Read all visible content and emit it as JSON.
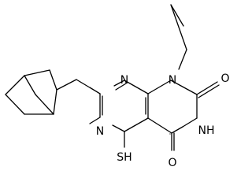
{
  "molecule": {
    "atoms": {
      "n1": "N",
      "n_ring_left": "N",
      "n_ring_bottom_left": "N",
      "nh": "NH",
      "o_top": "O",
      "o_bottom": "O",
      "sh": "SH"
    }
  }
}
